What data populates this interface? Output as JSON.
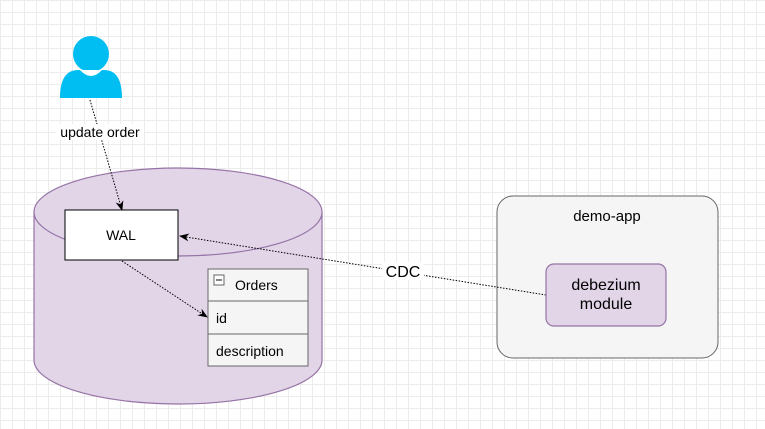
{
  "diagram": {
    "actor": {
      "label": "update order",
      "icon": "user-icon",
      "color": "#00bef2"
    },
    "database": {
      "fill": "#e1d5e7",
      "stroke": "#9673a6"
    },
    "wal": {
      "label": "WAL"
    },
    "table": {
      "title": "Orders",
      "collapse_icon": "minus-square-icon",
      "rows": [
        "id",
        "description"
      ]
    },
    "app": {
      "label": "demo-app",
      "fill": "#f5f5f5",
      "stroke": "#666666"
    },
    "module": {
      "label_line1": "debezium",
      "label_line2": "module",
      "fill": "#e1d5e7",
      "stroke": "#9673a6"
    },
    "edges": {
      "cdc_label": "CDC"
    }
  }
}
